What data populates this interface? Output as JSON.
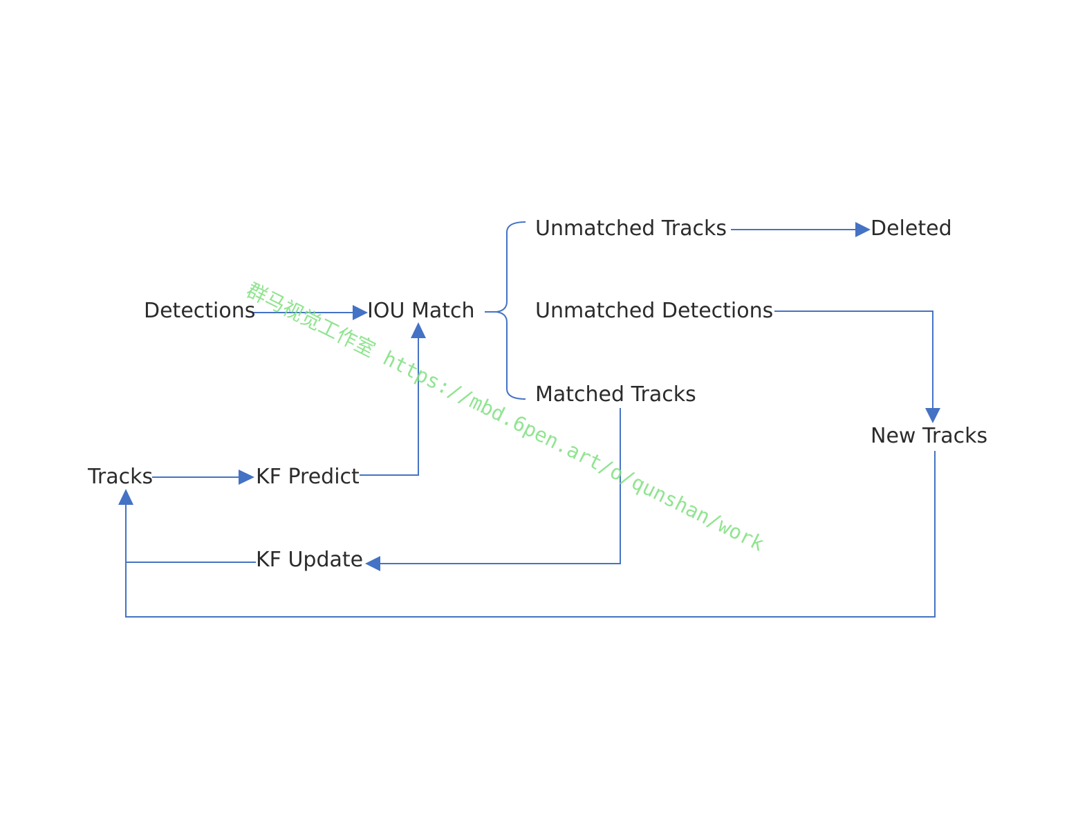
{
  "colors": {
    "connector": "#4472c4",
    "text": "#2b2b2b",
    "watermark": "#7ee07e"
  },
  "nodes": {
    "detections": "Detections",
    "iou_match": "IOU Match",
    "unmatched_tracks": "Unmatched Tracks",
    "deleted": "Deleted",
    "unmatched_detections": "Unmatched Detections",
    "matched_tracks": "Matched Tracks",
    "new_tracks": "New Tracks",
    "tracks": "Tracks",
    "kf_predict": "KF Predict",
    "kf_update": "KF Update"
  },
  "watermark": {
    "text": "群马视觉工作室 https://mbd.6pen.art/o/qunshan/work"
  }
}
